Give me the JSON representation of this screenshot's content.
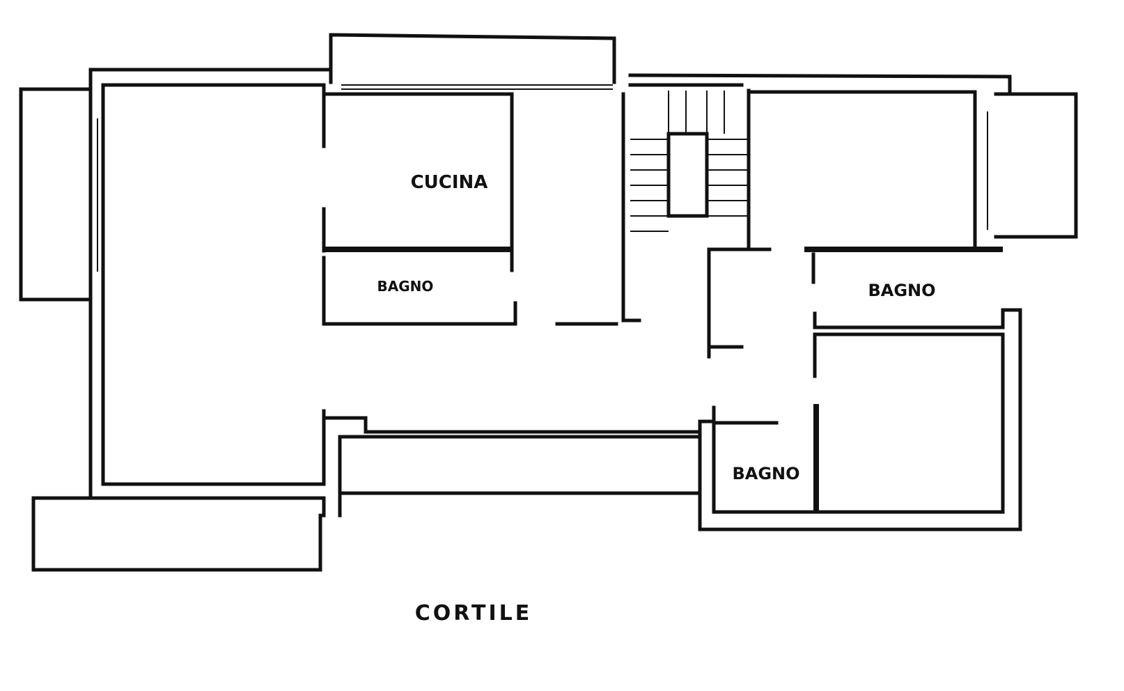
{
  "plan": {
    "rooms": {
      "kitchen": "CUCINA",
      "bath_1": "BAGNO",
      "bath_2": "BAGNO",
      "bath_3": "BAGNO"
    },
    "courtyard": "CORTILE"
  }
}
